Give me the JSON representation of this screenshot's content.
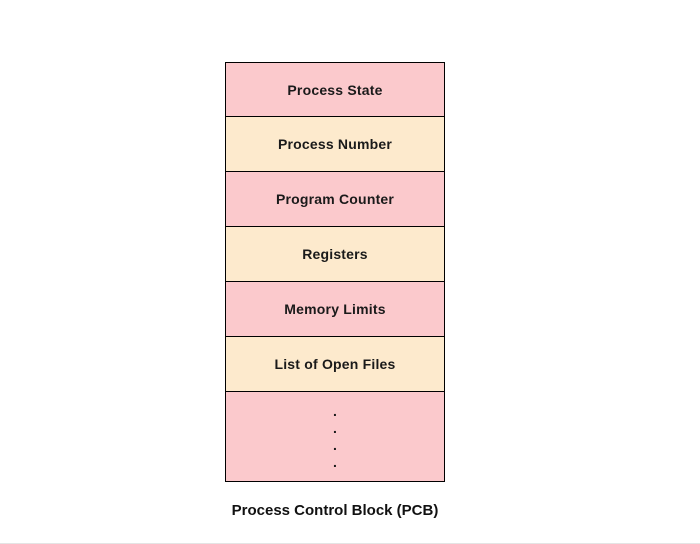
{
  "diagram": {
    "caption": "Process Control Block (PCB)",
    "colors": {
      "pink": "#fbc9cc",
      "peach": "#fdeacd",
      "border": "#000000",
      "text": "#1a1a1a"
    },
    "cells": [
      {
        "type": "label",
        "label": "Process State",
        "color": "pink"
      },
      {
        "type": "label",
        "label": "Process Number",
        "color": "peach"
      },
      {
        "type": "label",
        "label": "Program Counter",
        "color": "pink"
      },
      {
        "type": "label",
        "label": "Registers",
        "color": "peach"
      },
      {
        "type": "label",
        "label": "Memory Limits",
        "color": "pink"
      },
      {
        "type": "label",
        "label": "List of Open Files",
        "color": "peach"
      },
      {
        "type": "dots",
        "label": "",
        "color": "pink",
        "dots": [
          ".",
          ".",
          ".",
          "."
        ]
      }
    ]
  }
}
